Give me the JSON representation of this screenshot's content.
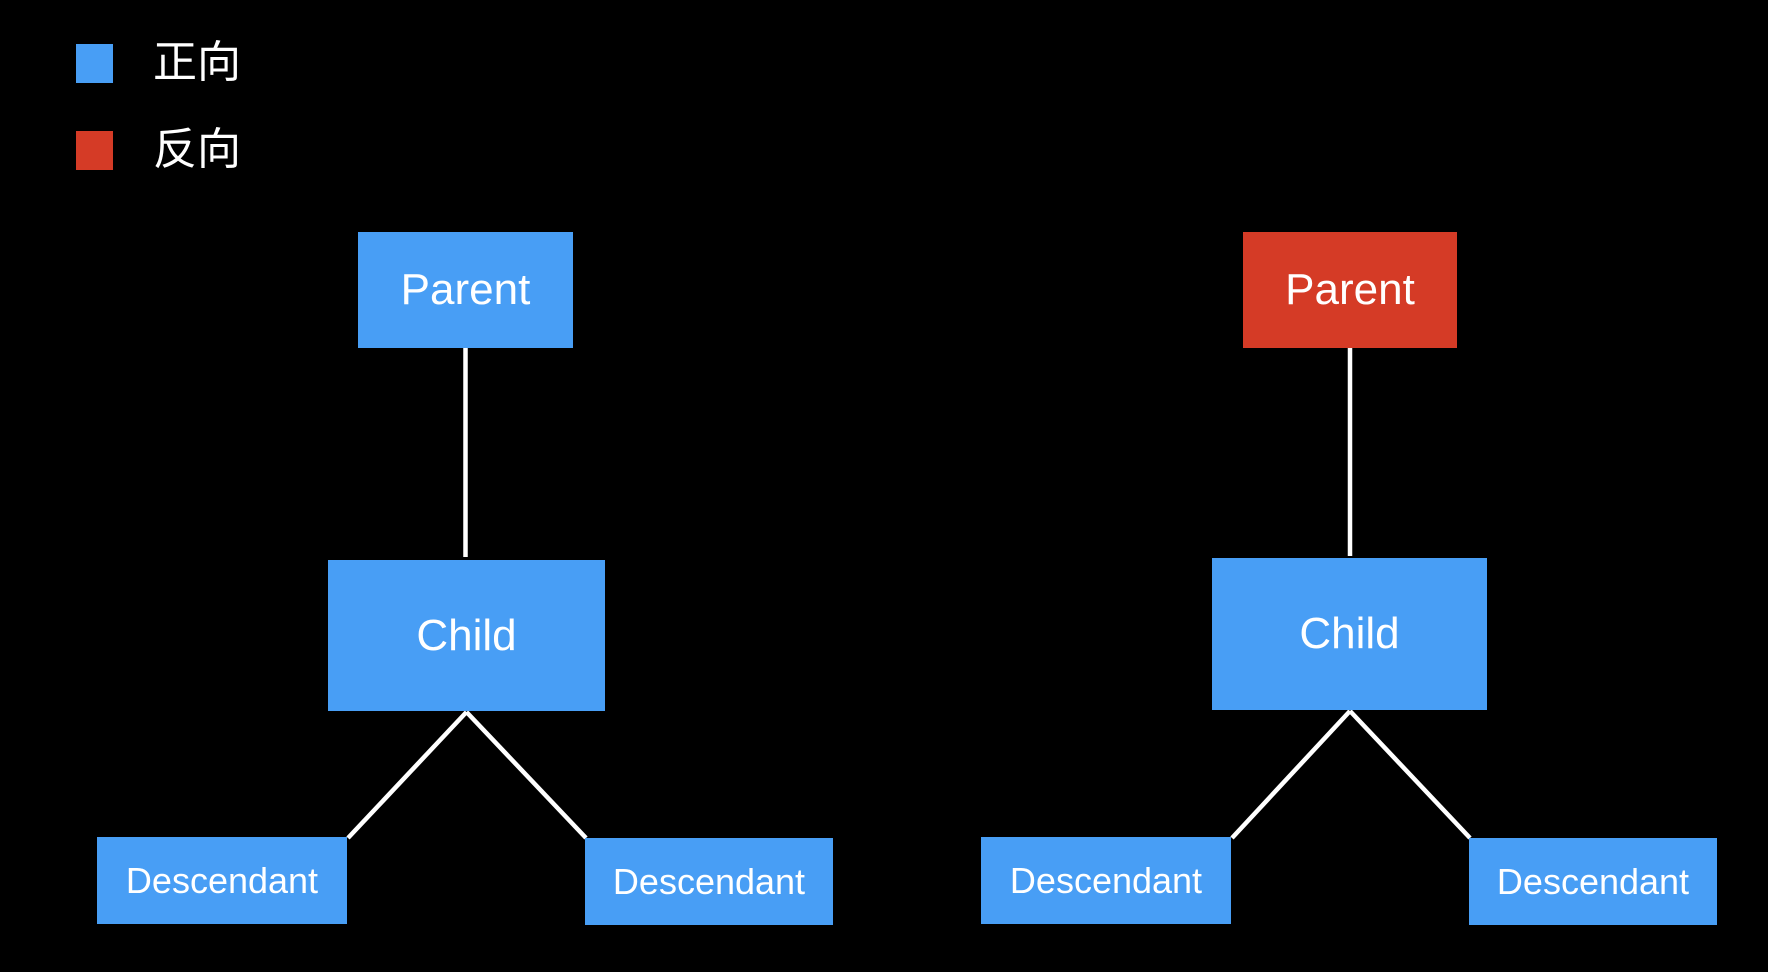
{
  "canvas": {
    "background": "#000000"
  },
  "colors": {
    "forward_blue": "#489EF5",
    "reverse_red": "#D53B26",
    "connector": "#FFFFFF",
    "label_text": "#FFFFFF"
  },
  "legend": {
    "items": [
      {
        "id": "forward",
        "label": "正向",
        "color": "#489EF5"
      },
      {
        "id": "reverse",
        "label": "反向",
        "color": "#D53B26"
      }
    ]
  },
  "trees": [
    {
      "id": "forward-tree",
      "parent": {
        "label": "Parent",
        "color": "#489EF5"
      },
      "child": {
        "label": "Child",
        "color": "#489EF5"
      },
      "descendant_left": {
        "label": "Descendant",
        "color": "#489EF5"
      },
      "descendant_right": {
        "label": "Descendant",
        "color": "#489EF5"
      }
    },
    {
      "id": "reverse-tree",
      "parent": {
        "label": "Parent",
        "color": "#D53B26"
      },
      "child": {
        "label": "Child",
        "color": "#489EF5"
      },
      "descendant_left": {
        "label": "Descendant",
        "color": "#489EF5"
      },
      "descendant_right": {
        "label": "Descendant",
        "color": "#489EF5"
      }
    }
  ]
}
